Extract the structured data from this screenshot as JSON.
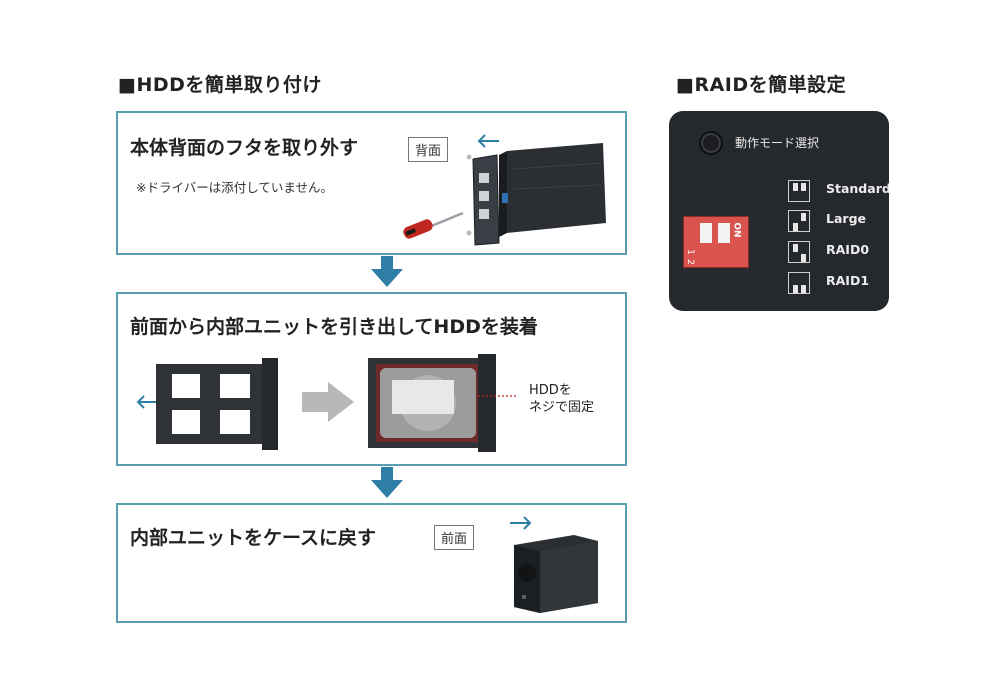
{
  "left_heading": "■HDDを簡単取り付け",
  "right_heading": "■RAIDを簡単設定",
  "steps": [
    {
      "title": "本体背面のフタを取り外す",
      "tag": "背面",
      "note": "※ドライバーは添付していません。"
    },
    {
      "title": "前面から内部ユニットを引き出してHDDを装着",
      "callout_line1": "HDDを",
      "callout_line2": "ネジで固定"
    },
    {
      "title": "内部ユニットをケースに戻す",
      "tag": "前面"
    }
  ],
  "raid": {
    "mode_button_label": "動作モード選択",
    "dip_on_label": "ON",
    "dip_numbers": [
      "1",
      "2"
    ],
    "modes": [
      "Standard",
      "Large",
      "RAID0",
      "RAID1"
    ]
  },
  "colors": {
    "panel_border": "#5b9db3",
    "arrow": "#2f7ea6",
    "dip_switch": "#d9534f",
    "raid_panel": "#25282c"
  }
}
